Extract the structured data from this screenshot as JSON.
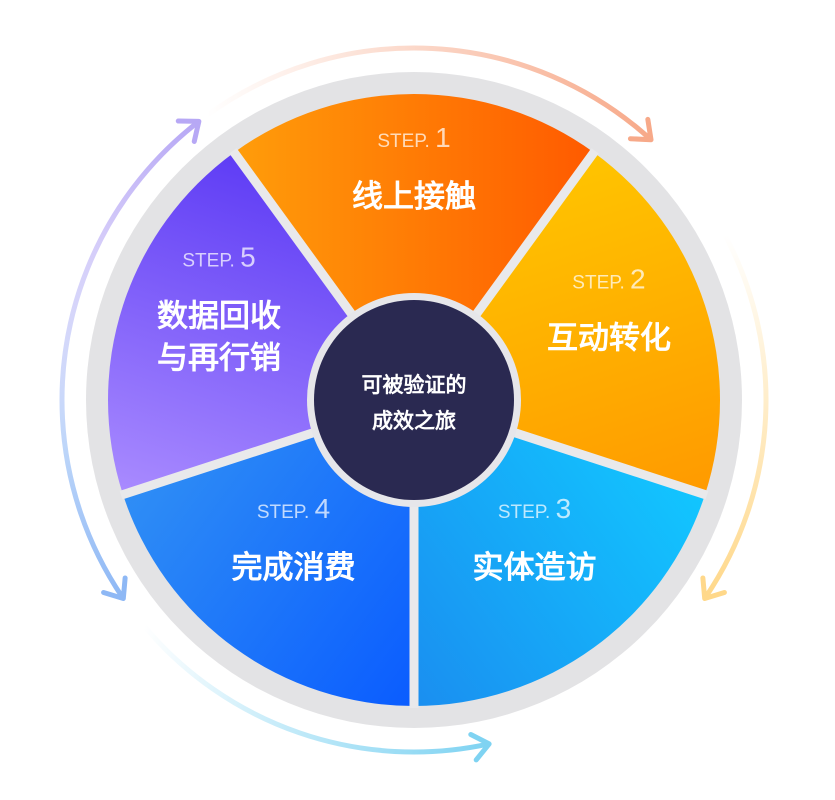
{
  "center": {
    "line1": "可被验证的",
    "line2": "成效之旅"
  },
  "steps": [
    {
      "step_word": "STEP.",
      "number": "1",
      "title_lines": [
        "线上接触"
      ],
      "color_from": "#ff9d0a",
      "color_to": "#ff5a00"
    },
    {
      "step_word": "STEP.",
      "number": "2",
      "title_lines": [
        "互动转化"
      ],
      "color_from": "#ffc400",
      "color_to": "#ff9a00"
    },
    {
      "step_word": "STEP.",
      "number": "3",
      "title_lines": [
        "实体造访"
      ],
      "color_from": "#12c6ff",
      "color_to": "#1a8ef0"
    },
    {
      "step_word": "STEP.",
      "number": "4",
      "title_lines": [
        "完成消费"
      ],
      "color_from": "#0a5cff",
      "color_to": "#2f8ef5"
    },
    {
      "step_word": "STEP.",
      "number": "5",
      "title_lines": [
        "数据回收",
        "与再行销"
      ],
      "color_from": "#a98bff",
      "color_to": "#5e3cf5"
    }
  ],
  "colors": {
    "ring": "#e3e3e5",
    "separator": "#e9e9eb",
    "center_fill": "#2a2951",
    "center_border": "#e6e6ea",
    "arrow_top": "#f7a989",
    "arrow_right": "#ffd88a",
    "arrow_bottom": "#7fd3f2",
    "arrow_left": "#8eb8f5",
    "arrow_topleft": "#b7a8f5"
  }
}
